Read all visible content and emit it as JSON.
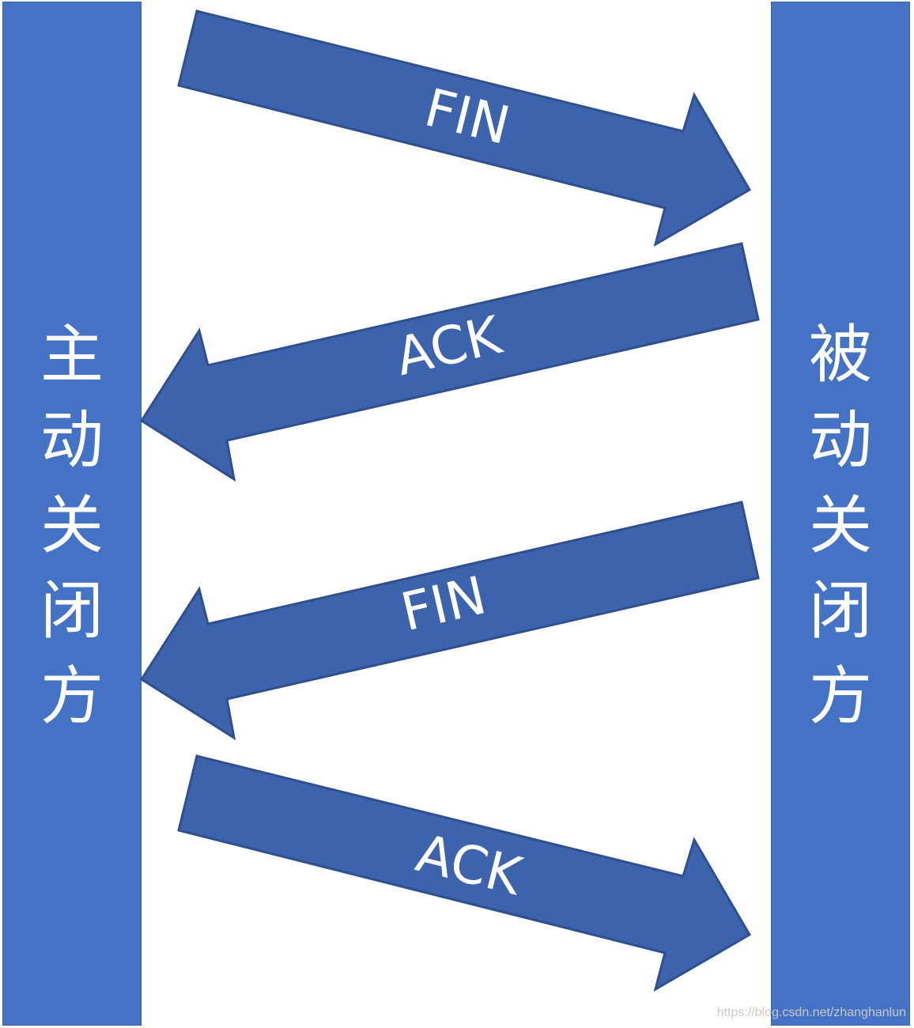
{
  "left_party": {
    "label": [
      "主",
      "动",
      "关",
      "闭",
      "方"
    ]
  },
  "right_party": {
    "label": [
      "被",
      "动",
      "关",
      "闭",
      "方"
    ]
  },
  "messages": [
    {
      "label": "FIN",
      "direction": "left-to-right"
    },
    {
      "label": "ACK",
      "direction": "right-to-left"
    },
    {
      "label": "FIN",
      "direction": "right-to-left"
    },
    {
      "label": "ACK",
      "direction": "left-to-right"
    }
  ],
  "watermark": "https://blog.csdn.net/zhanghanlun",
  "colors": {
    "bar": "#4472c4",
    "arrow": "#3d63ad",
    "text": "#ffffff"
  }
}
